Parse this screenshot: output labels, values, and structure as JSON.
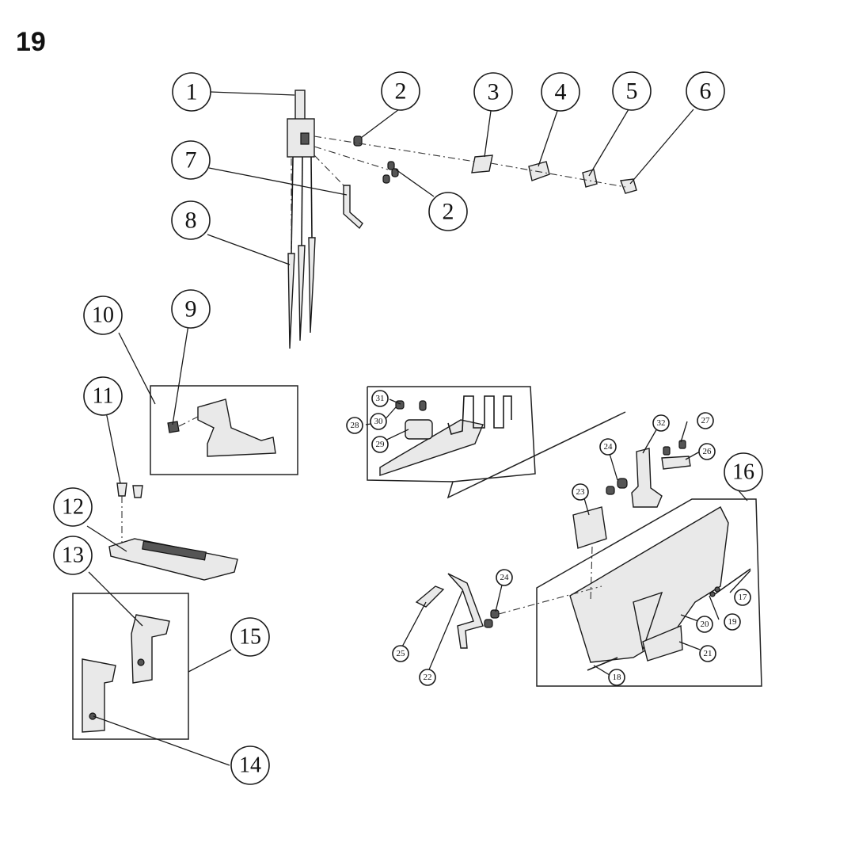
{
  "page": {
    "number": "19"
  },
  "callouts": {
    "c1": "1",
    "c2a": "2",
    "c2b": "2",
    "c3": "3",
    "c4": "4",
    "c5": "5",
    "c6": "6",
    "c7": "7",
    "c8": "8",
    "c9": "9",
    "c10": "10",
    "c11": "11",
    "c12": "12",
    "c13": "13",
    "c14": "14",
    "c15": "15",
    "c16": "16",
    "c17": "17",
    "c18": "18",
    "c19": "19",
    "c20": "20",
    "c21": "21",
    "c22": "22",
    "c23": "23",
    "c24a": "24",
    "c24b": "24",
    "c25": "25",
    "c26": "26",
    "c27": "27",
    "c28": "28",
    "c29": "29",
    "c30": "30",
    "c31": "31",
    "c32": "32"
  }
}
